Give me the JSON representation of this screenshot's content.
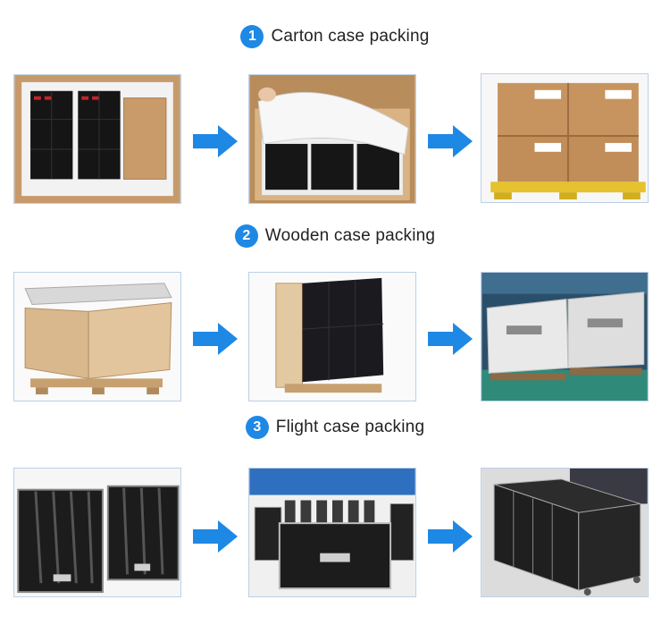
{
  "sections": [
    {
      "number": "1",
      "title": "Carton case packing"
    },
    {
      "number": "2",
      "title": "Wooden case packing"
    },
    {
      "number": "3",
      "title": "Flight case packing"
    }
  ],
  "colors": {
    "accent": "#1e88e5",
    "arrow": "#1e88e5"
  }
}
